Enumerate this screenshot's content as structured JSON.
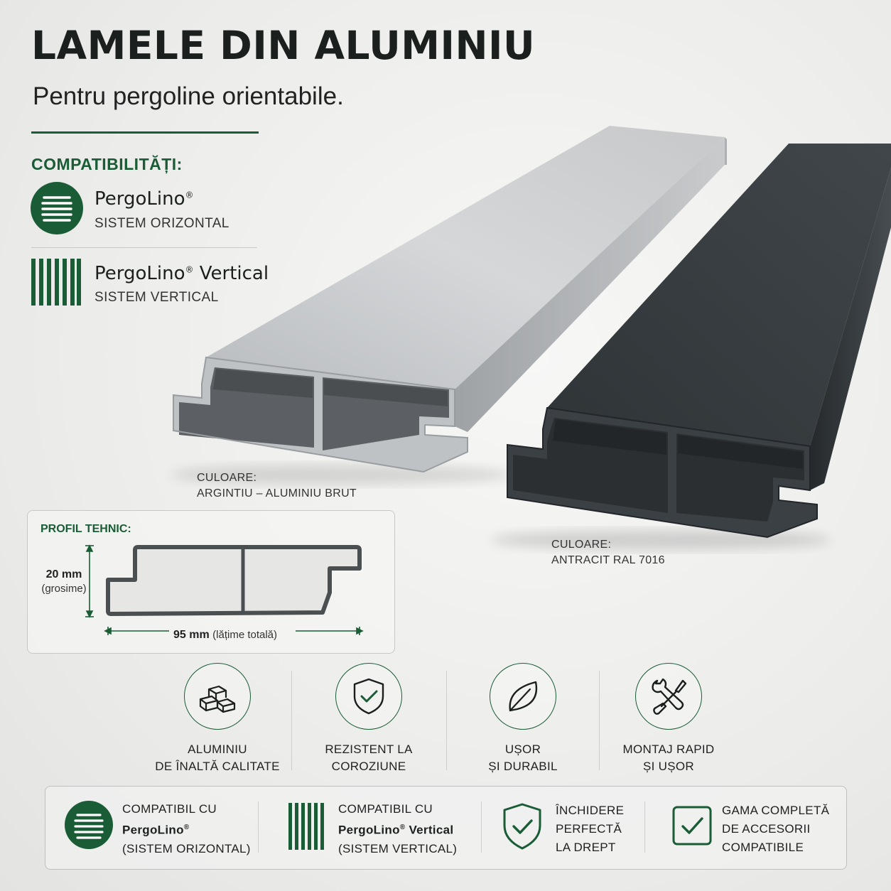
{
  "header": {
    "title": "LAMELE DIN ALUMINIU",
    "subtitle": "Pentru pergoline orientabile."
  },
  "compatibility": {
    "heading": "COMPATIBILITĂȚI:",
    "items": [
      {
        "icon": "horizontal-lines-icon",
        "brand": "PergoLino",
        "reg": "®",
        "suffix": "",
        "system": "SISTEM ORIZONTAL"
      },
      {
        "icon": "vertical-bars-icon",
        "brand": "PergoLino",
        "reg": "®",
        "suffix": " Vertical",
        "system": "SISTEM VERTICAL"
      }
    ]
  },
  "products": [
    {
      "label": "CULOARE:",
      "value": "ARGINTIU – ALUMINIU BRUT"
    },
    {
      "label": "CULOARE:",
      "value": "ANTRACIT RAL 7016"
    }
  ],
  "profile": {
    "heading": "PROFIL TEHNIC:",
    "thickness_value": "20 mm",
    "thickness_note": "(grosime)",
    "width_value": "95 mm",
    "width_note": "(lățime totală)"
  },
  "features": [
    {
      "icon": "aluminium-ingots-icon",
      "line1": "ALUMINIU",
      "line2": "DE ÎNALTĂ CALITATE"
    },
    {
      "icon": "shield-check-icon",
      "line1": "REZISTENT LA",
      "line2": "COROZIUNE"
    },
    {
      "icon": "leaf-icon",
      "line1": "UȘOR",
      "line2": "ȘI DURABIL"
    },
    {
      "icon": "wrench-screwdriver-icon",
      "line1": "MONTAJ RAPID",
      "line2": "ȘI UȘOR"
    }
  ],
  "bottom": [
    {
      "icon": "horizontal-lines-icon",
      "line1": "COMPATIBIL CU",
      "brand": "PergoLino",
      "reg": "®",
      "suffix": "",
      "line3": "(SISTEM ORIZONTAL)"
    },
    {
      "icon": "vertical-bars-icon",
      "line1": "COMPATIBIL CU",
      "brand": "PergoLino",
      "reg": "®",
      "suffix": " Vertical",
      "line3": "(SISTEM VERTICAL)"
    },
    {
      "icon": "shield-check-icon",
      "line1": "ÎNCHIDERE",
      "line2": "PERFECTĂ",
      "line3": "LA DREPT"
    },
    {
      "icon": "checkbox-icon",
      "line1": "GAMA COMPLETĂ",
      "line2": "DE ACCESORII",
      "line3": "COMPATIBILE"
    }
  ],
  "colors": {
    "accent_green": "#1a5c35",
    "silver": "#c4c6c8",
    "anthracite": "#3a3f43"
  }
}
